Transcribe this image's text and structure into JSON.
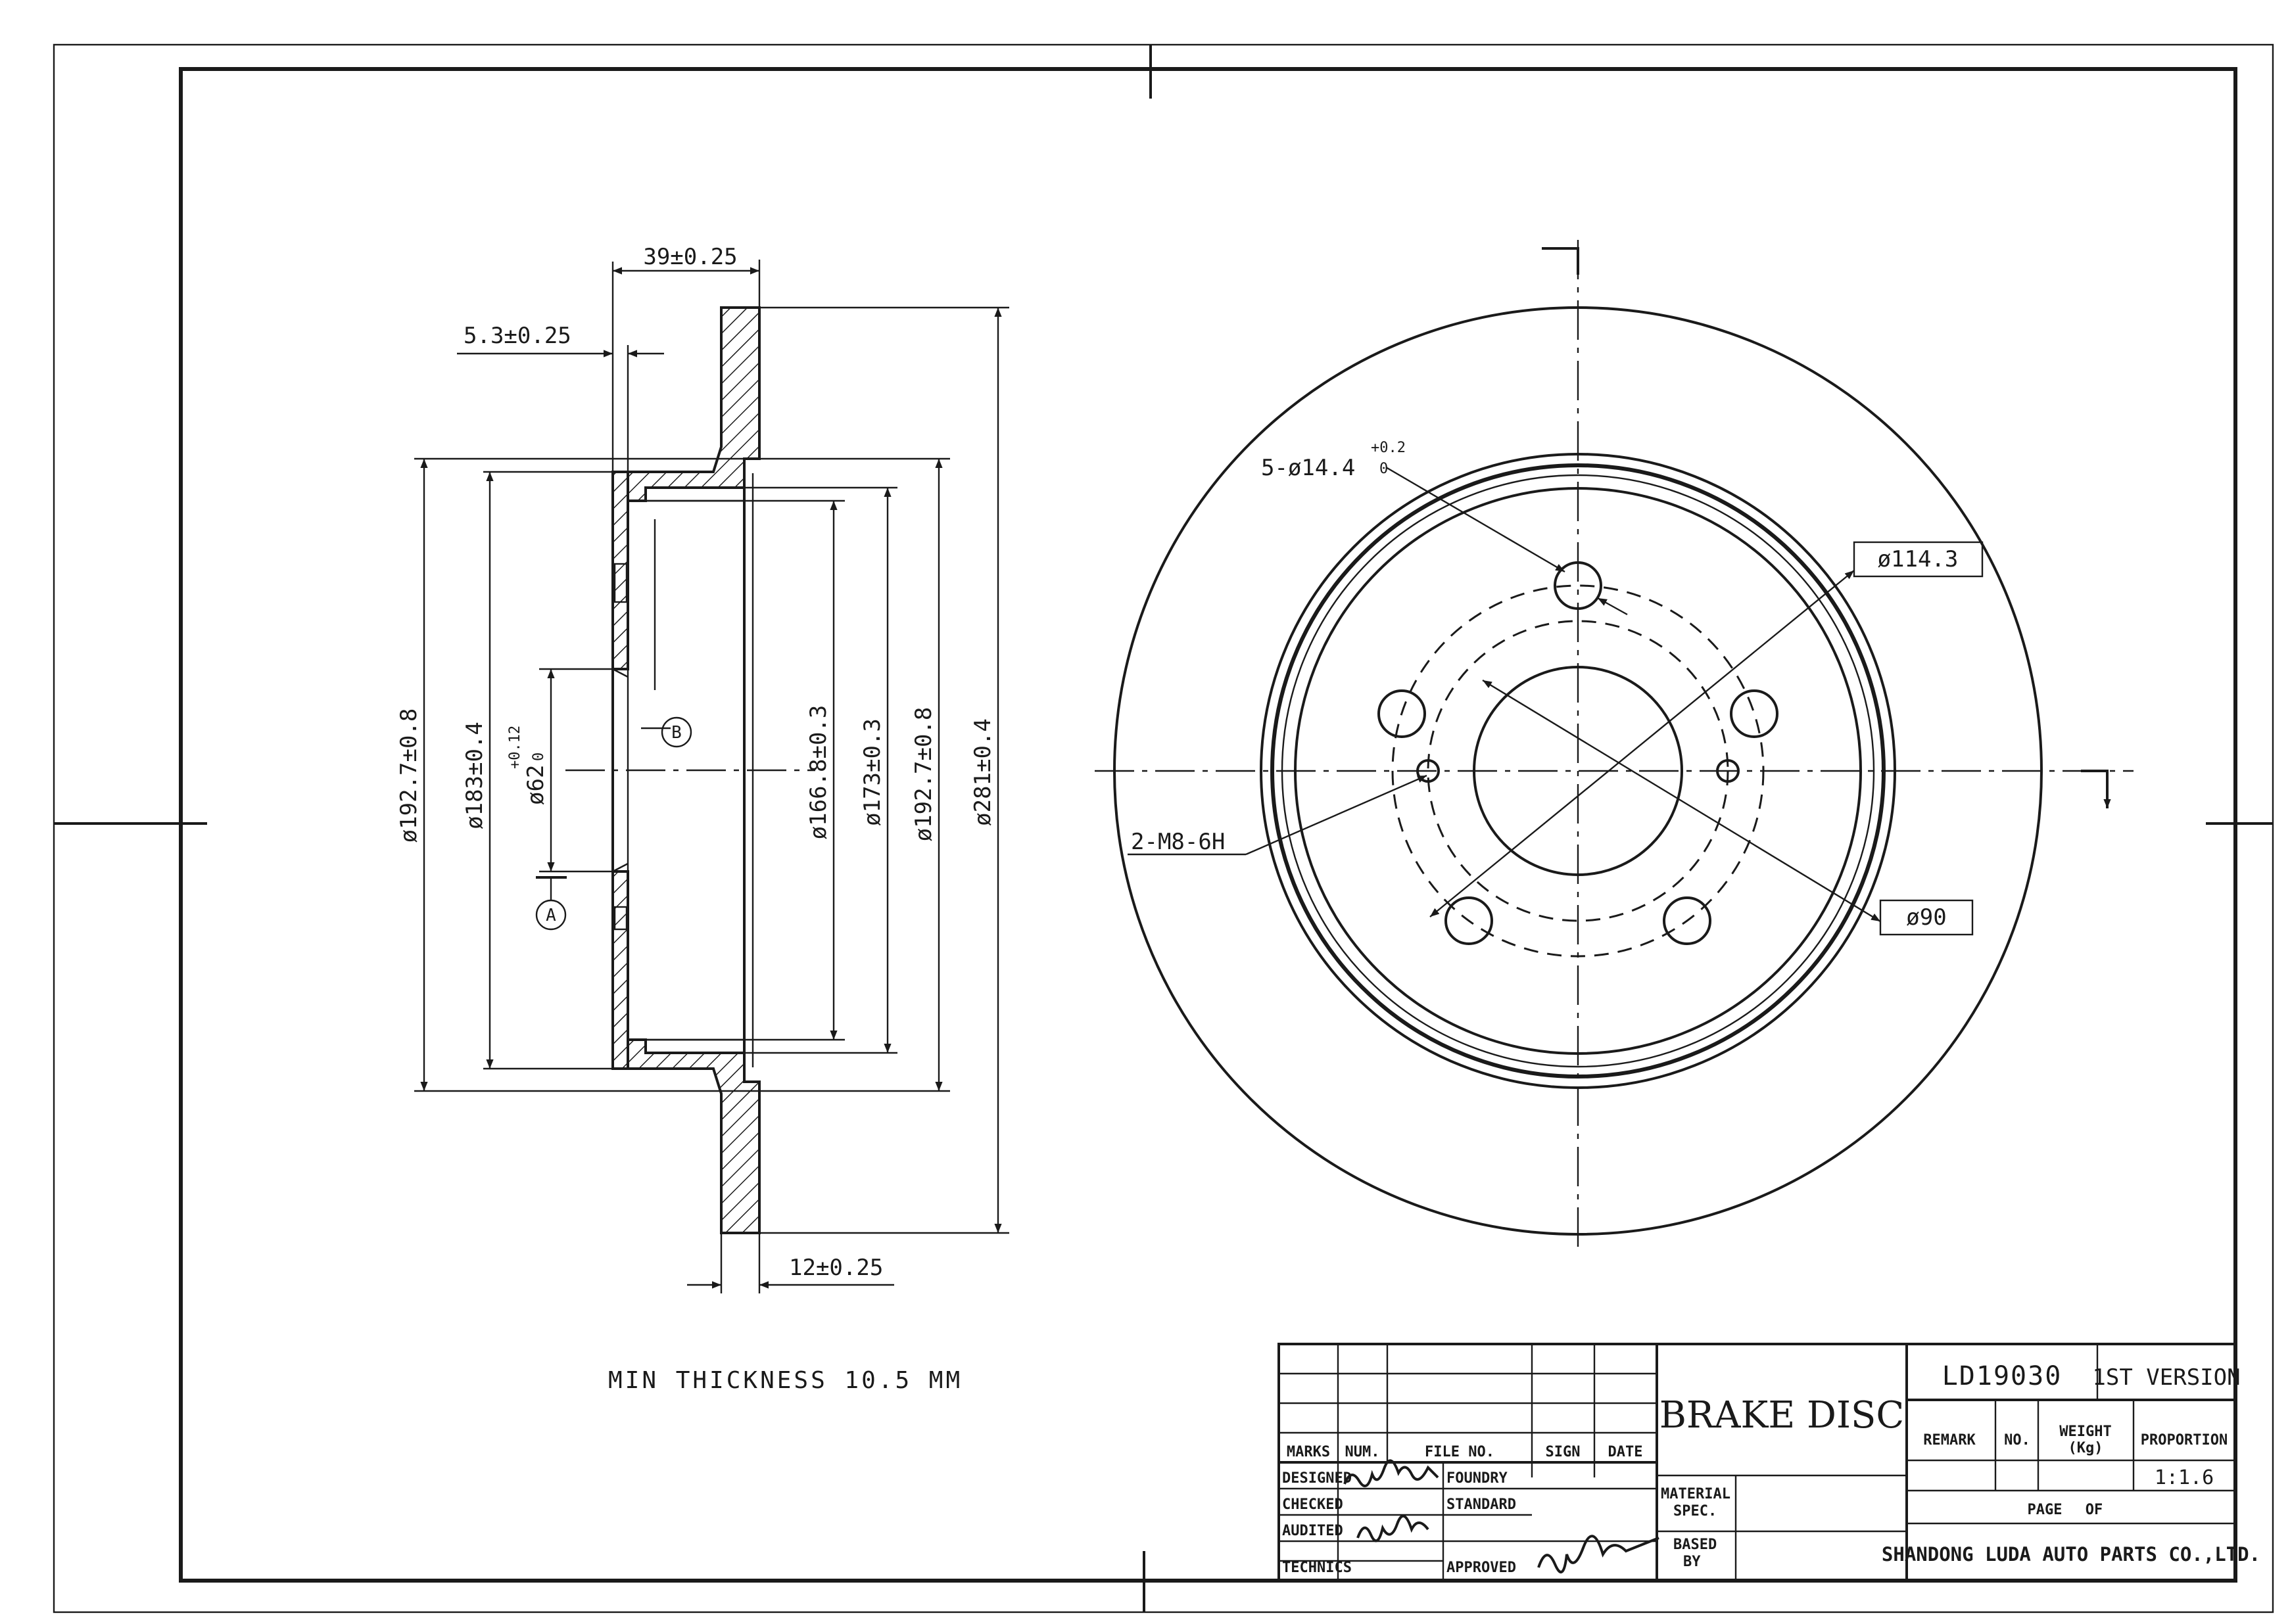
{
  "views": {
    "section": {
      "dims": {
        "overall_width": "39±0.25",
        "hat_thickness": "5.3±0.25",
        "rotor_thickness": "12±0.25",
        "d_outer": "ø281±0.4",
        "d_hat_out_left": "ø192.7±0.8",
        "d_183": "ø183±0.4",
        "d_bore_main": "ø62",
        "d_bore_tol": "+0.12",
        "d_bore_tol_low": "0",
        "d_166": "ø166.8±0.3",
        "d_173": "ø173±0.3",
        "d_hat_out_right": "ø192.7±0.8"
      },
      "datum_a": "A",
      "datum_b": "B"
    },
    "front": {
      "bolt_holes_main": "5-ø14.4",
      "bolt_holes_tol_up": "+0.2",
      "bolt_holes_tol_low": "0",
      "pcd": "ø114.3",
      "pilot": "ø90",
      "threads": "2-M8-6H"
    }
  },
  "note": "MIN THICKNESS 10.5 MM",
  "title_block": {
    "headers": {
      "marks": "MARKS",
      "num": "NUM.",
      "file_no": "FILE NO.",
      "sign": "SIGN",
      "date": "DATE"
    },
    "rows": {
      "designed": "DESIGNED",
      "checked": "CHECKED",
      "audited": "AUDITED",
      "technics": "TECHNICS",
      "foundry": "FOUNDRY",
      "standard": "STANDARD",
      "approved": "APPROVED"
    },
    "title": "BRAKE DISC",
    "material_label_1": "MATERIAL",
    "material_label_2": "SPEC.",
    "based_label_1": "BASED",
    "based_label_2": "BY",
    "part_no": "LD19030",
    "version": "1ST VERSION",
    "remark": "REMARK",
    "no": "NO.",
    "weight_1": "WEIGHT",
    "weight_2": "(Kg)",
    "proportion": "PROPORTION",
    "scale": "1:1.6",
    "page": "PAGE",
    "of": "OF",
    "company": "SHANDONG LUDA AUTO PARTS CO.,LTD."
  }
}
